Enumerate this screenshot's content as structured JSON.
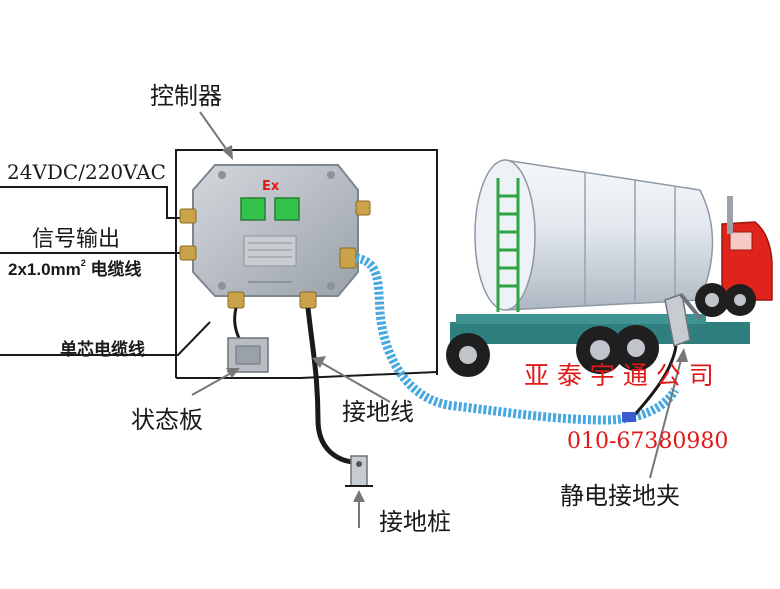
{
  "labels": {
    "controller": "控制器",
    "power_supply": "24VDC/220VAC",
    "signal_output": "信号输出",
    "cable_spec_prefix": "2x1.0mm",
    "cable_spec_sup": "2",
    "cable_spec_suffix": " 电缆线",
    "single_core_cable": "单芯电缆线",
    "status_board": "状态板",
    "ground_wire": "接地线",
    "ground_pile": "接地桩",
    "static_clamp": "静电接地夹"
  },
  "device": {
    "ex_mark": "Ex"
  },
  "company": {
    "name": "亚 泰 宇 通 公 司",
    "phone": "010-67380980"
  },
  "colors": {
    "line": "#1a1a1a",
    "box_body": "#b9bfc6",
    "box_edge": "#7d858d",
    "window": "#34c24a",
    "brass": "#c9a24a",
    "coil": "#4aa8e0",
    "tank": "#e9eef3",
    "tank_shade": "#b7c1cb",
    "chassis": "#2f7f7f",
    "cab": "#e0241c",
    "company_red": "#e01818"
  }
}
